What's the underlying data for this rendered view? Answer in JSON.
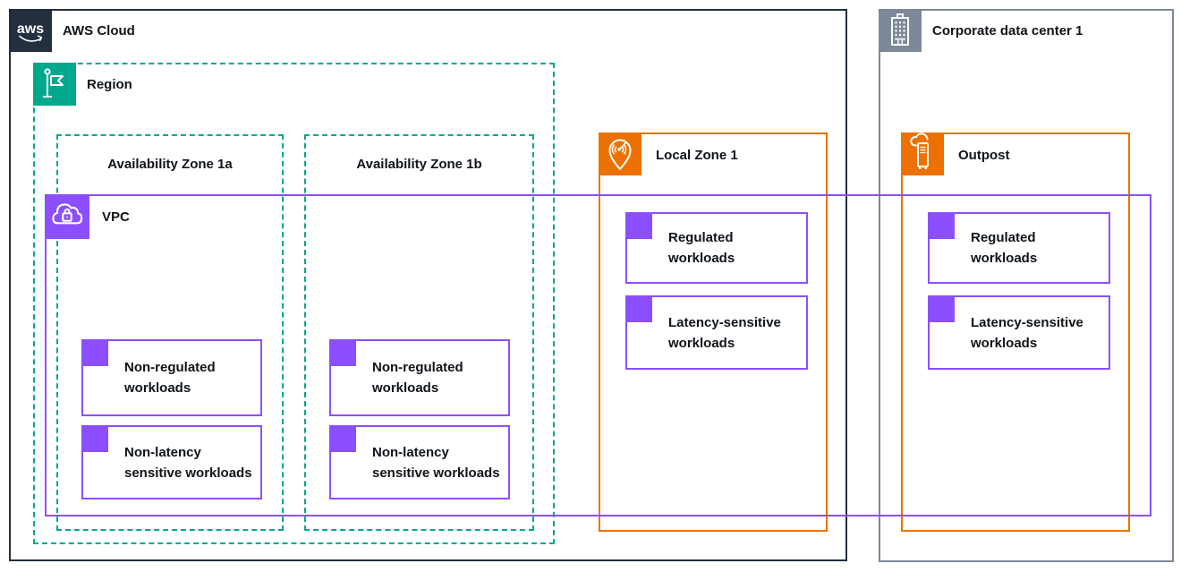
{
  "aws_cloud": {
    "label": "AWS Cloud"
  },
  "region": {
    "label": "Region"
  },
  "availability_zones": [
    {
      "label": "Availability Zone 1a",
      "workloads": [
        {
          "lines": [
            "Non-regulated",
            "workloads"
          ]
        },
        {
          "lines": [
            "Non-latency",
            "sensitive workloads"
          ]
        }
      ]
    },
    {
      "label": "Availability Zone 1b",
      "workloads": [
        {
          "lines": [
            "Non-regulated",
            "workloads"
          ]
        },
        {
          "lines": [
            "Non-latency",
            "sensitive workloads"
          ]
        }
      ]
    }
  ],
  "vpc": {
    "label": "VPC"
  },
  "local_zone": {
    "label": "Local Zone 1",
    "workloads": [
      {
        "lines": [
          "Regulated",
          "workloads"
        ]
      },
      {
        "lines": [
          "Latency-sensitive",
          "workloads"
        ]
      }
    ]
  },
  "corporate_data_center": {
    "label": "Corporate data center 1"
  },
  "outpost": {
    "label": "Outpost",
    "workloads": [
      {
        "lines": [
          "Regulated",
          "workloads"
        ]
      },
      {
        "lines": [
          "Latency-sensitive",
          "workloads"
        ]
      }
    ]
  },
  "icons": {
    "aws_cloud": "aws-logo-icon",
    "region": "region-flag-icon",
    "vpc": "vpc-cloud-lock-icon",
    "local_zone": "local-zone-pin-icon",
    "outpost": "outpost-rack-cloud-icon",
    "corporate_data_center": "building-icon",
    "workload": "workload-square-badge"
  },
  "colors": {
    "aws_dark": "#232F3E",
    "region_teal": "#01A88D",
    "vpc_purple": "#8C4FFF",
    "zone_orange": "#ED7100",
    "dc_gray": "#7D8998",
    "text": "#0F141A",
    "background": "#FFFFFF"
  }
}
